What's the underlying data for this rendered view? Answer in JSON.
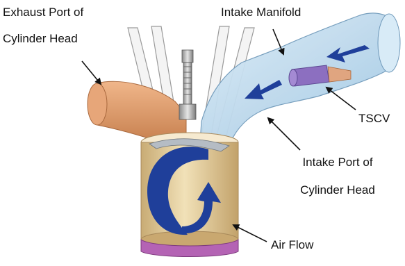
{
  "labels": {
    "exhaust_line1": "Exhaust Port of",
    "exhaust_line2": "Cylinder Head",
    "intake_manifold": "Intake Manifold",
    "tscv": "TSCV",
    "intake_port_line1": "Intake Port of",
    "intake_port_line2": "Cylinder Head",
    "air_flow": "Air Flow"
  },
  "colors": {
    "exhaust_port": "#d9905c",
    "intake_port": "#b8d8ec",
    "cylinder": "#ead7a8",
    "piston_ring": "#b463b4",
    "flow_arrow": "#1f3f9a",
    "tscv_valve": "#8c6fc0"
  }
}
